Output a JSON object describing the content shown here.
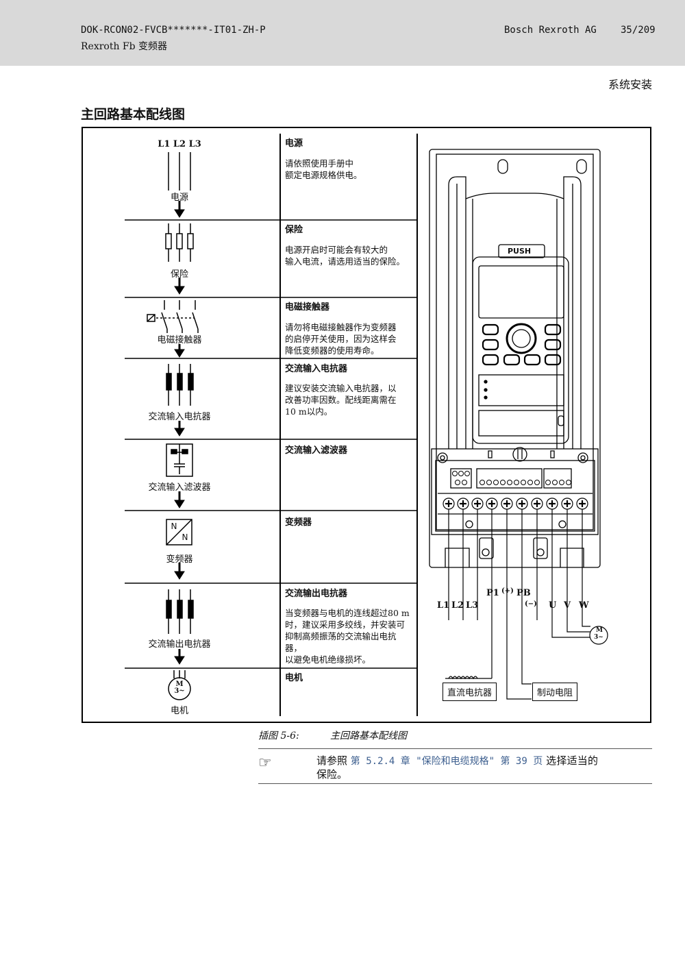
{
  "header": {
    "doc_code": "DOK-RCON02-FVCB*******-IT01-ZH-P",
    "product": "Rexroth Fb 变频器",
    "company": "Bosch Rexroth AG",
    "page": "35/209"
  },
  "chapter": "系统安装",
  "section_title": "主回路基本配线图",
  "rows": [
    {
      "symbol_label": "电源",
      "title": "电源",
      "desc": [
        "请依照使用手册中",
        "额定电源规格供电。"
      ]
    },
    {
      "symbol_label": "保险",
      "title": "保险",
      "desc": [
        "电源开启时可能会有较大的",
        "输入电流，请选用适当的保险。"
      ]
    },
    {
      "symbol_label": "电磁接触器",
      "title": "电磁接触器",
      "desc": [
        "请勿将电磁接触器作为变频器",
        "的启停开关使用，因为这样会",
        "降低变频器的使用寿命。"
      ]
    },
    {
      "symbol_label": "交流输入电抗器",
      "title": "交流输入电抗器",
      "desc": [
        "建议安装交流输入电抗器，以",
        "改善功率因数。配线距离需在",
        "10 m以内。"
      ]
    },
    {
      "symbol_label": "交流输入滤波器",
      "title": "交流输入滤波器",
      "desc": []
    },
    {
      "symbol_label": "变频器",
      "title": "变频器",
      "desc": []
    },
    {
      "symbol_label": "交流输出电抗器",
      "title": "交流输出电抗器",
      "desc": [
        "当变频器与电机的连线超过80 m",
        "时，建议采用多绞线，并安装可",
        "抑制高频振荡的交流输出电抗器，",
        "以避免电机绝缘损坏。"
      ]
    },
    {
      "symbol_label": "电机",
      "title": "电机",
      "desc": []
    }
  ],
  "supply_labels": [
    "L1",
    "L2",
    "L3"
  ],
  "inverter_symbol": {
    "top": "N",
    "bottom": "N"
  },
  "motor_symbol": {
    "line1": "M",
    "line2": "3~"
  },
  "device": {
    "push_label": "PUSH",
    "terminals": {
      "L1": "L1",
      "L2": "L2",
      "L3": "L3",
      "P1": "P1",
      "plus": "(+)",
      "PB": "PB",
      "minus": "(−)",
      "U": "U",
      "V": "V",
      "W": "W"
    },
    "dc_reactor": "直流电抗器",
    "brake_resistor": "制动电阻"
  },
  "caption": {
    "label": "插图 5-6:",
    "text": "主回路基本配线图"
  },
  "note": {
    "pre": "请参照 ",
    "link": "第 5.2.4 章 \"保险和电缆规格\" 第 39 页",
    "post": " 选择适当的",
    "post2": "保险。"
  }
}
